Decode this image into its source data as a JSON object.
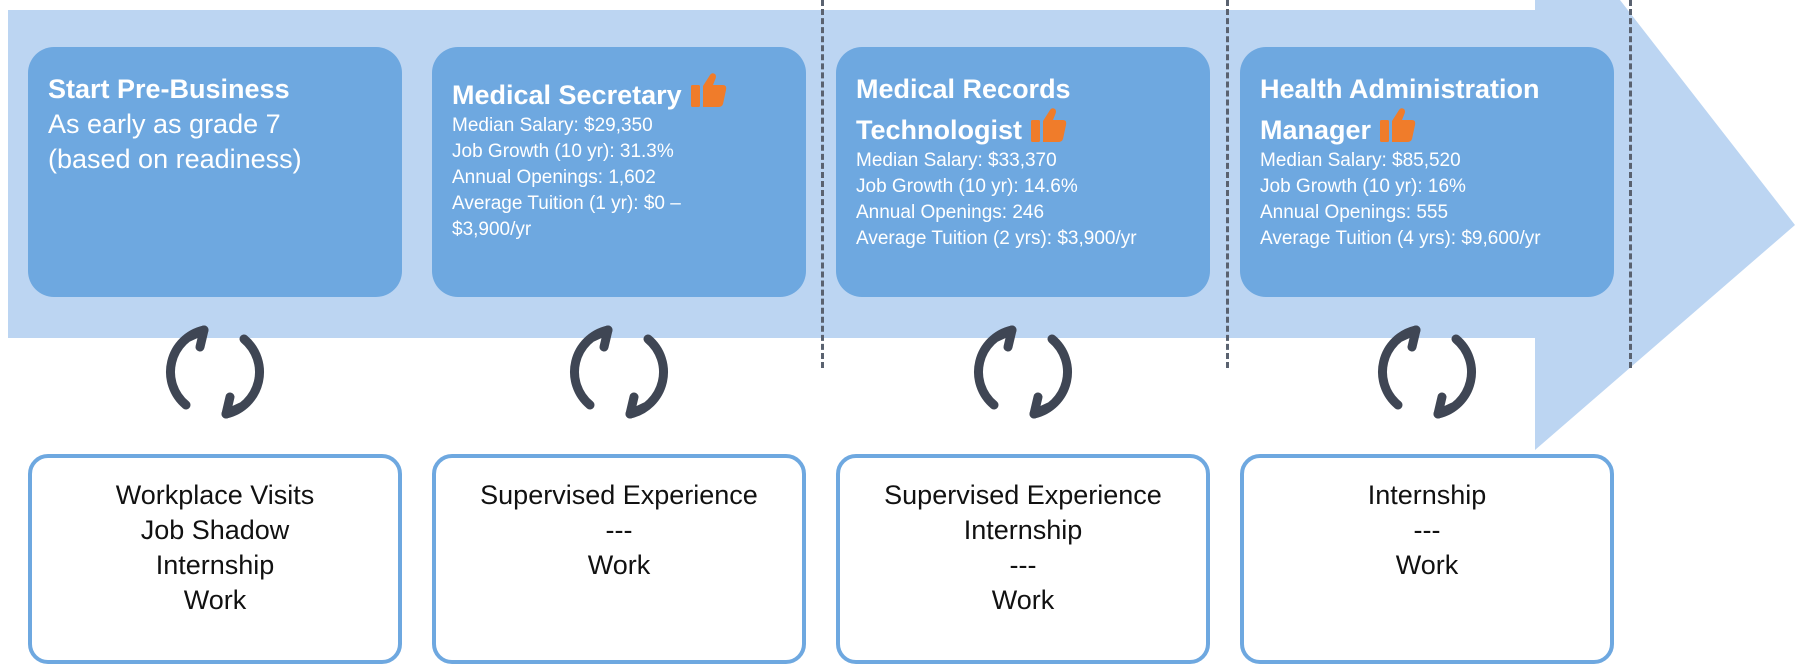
{
  "steps": [
    {
      "title": "Start Pre-Business",
      "subtitle_1": "As early as grade 7",
      "subtitle_2": "(based on readiness)",
      "experiences": [
        "Workplace Visits",
        "Job Shadow",
        "Internship",
        "Work"
      ]
    },
    {
      "title": "Medical Secretary",
      "recommended_icon": "thumbs-up-icon",
      "stats": [
        "Median Salary: $29,350",
        "Job Growth (10 yr): 31.3%",
        "Annual Openings: 1,602",
        "Average Tuition (1 yr): $0 –",
        "$3,900/yr"
      ],
      "experiences": [
        "Supervised Experience",
        "---",
        "Work"
      ]
    },
    {
      "title_line_1": "Medical Records",
      "title_line_2": "Technologist",
      "recommended_icon": "thumbs-up-icon",
      "stats": [
        "Median Salary: $33,370",
        "Job Growth (10 yr): 14.6%",
        "Annual Openings: 246",
        "Average Tuition (2 yrs): $3,900/yr"
      ],
      "experiences": [
        "Supervised Experience",
        "Internship",
        "---",
        "Work"
      ]
    },
    {
      "title_line_1": "Health Administration",
      "title_line_2": "Manager",
      "recommended_icon": "thumbs-up-icon",
      "stats": [
        "Median Salary: $85,520",
        "Job Growth (10 yr): 16%",
        "Annual Openings: 555",
        "Average Tuition (4 yrs): $9,600/yr"
      ],
      "experiences": [
        "Internship",
        "---",
        "Work"
      ]
    }
  ],
  "colors": {
    "arrow": "#bcd5f2",
    "card": "#6ea8e0",
    "card_text": "#ffffff",
    "thumb": "#f07c2a",
    "cycle_icon": "#3f4654",
    "divider": "#5a6270"
  }
}
